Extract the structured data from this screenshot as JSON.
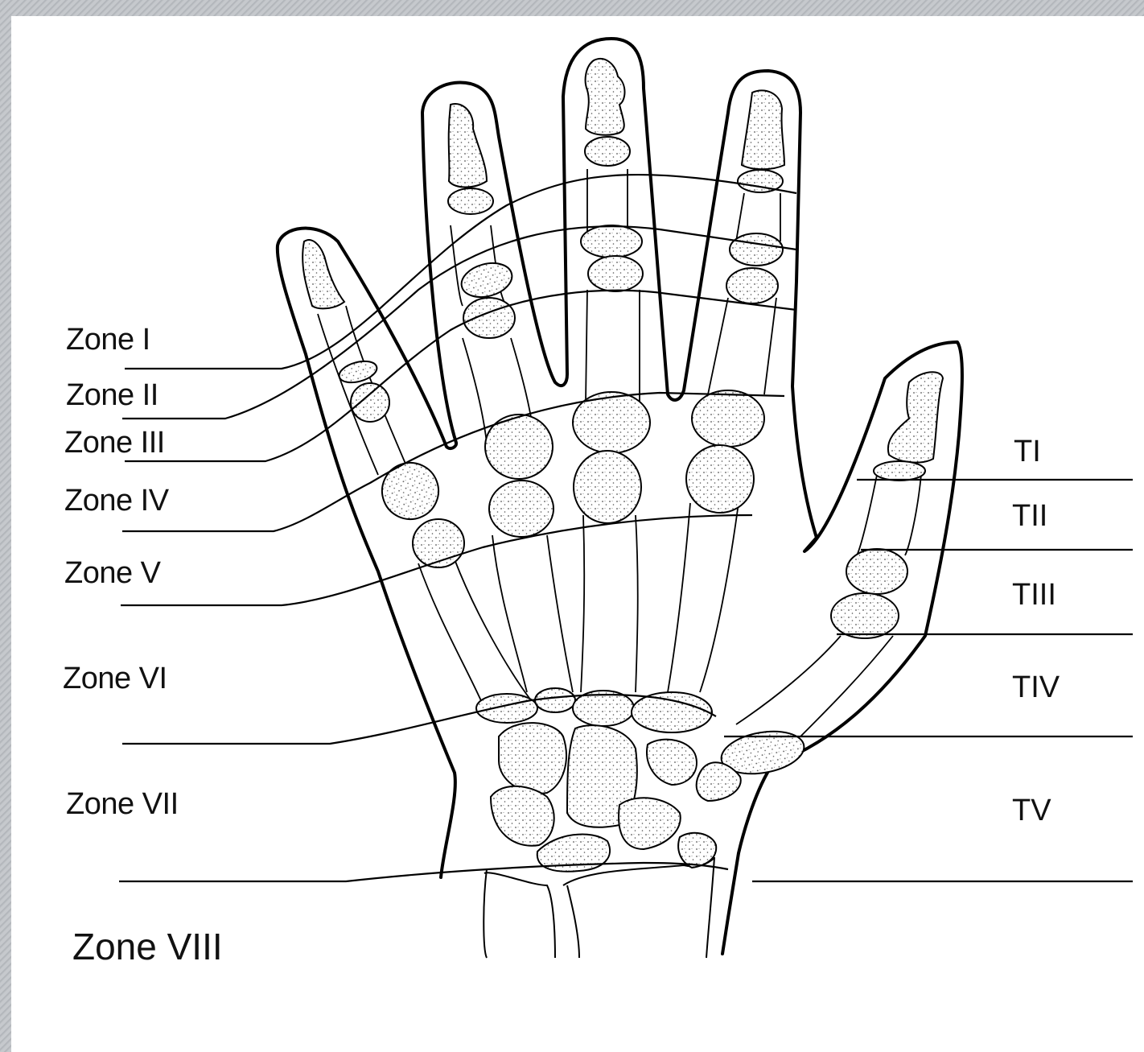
{
  "zones": {
    "z1": "Zone I",
    "z2": "Zone II",
    "z3": "Zone III",
    "z4": "Zone IV",
    "z5": "Zone V",
    "z6": "Zone VI",
    "z7": "Zone VII",
    "z8": "Zone VIII"
  },
  "thumb_zones": {
    "t1": "TI",
    "t2": "TII",
    "t3": "TIII",
    "t4": "TIV",
    "t5": "TV"
  },
  "colors": {
    "line": "#000000",
    "bone_fill": "#e6e6e6",
    "background": "#ffffff"
  }
}
